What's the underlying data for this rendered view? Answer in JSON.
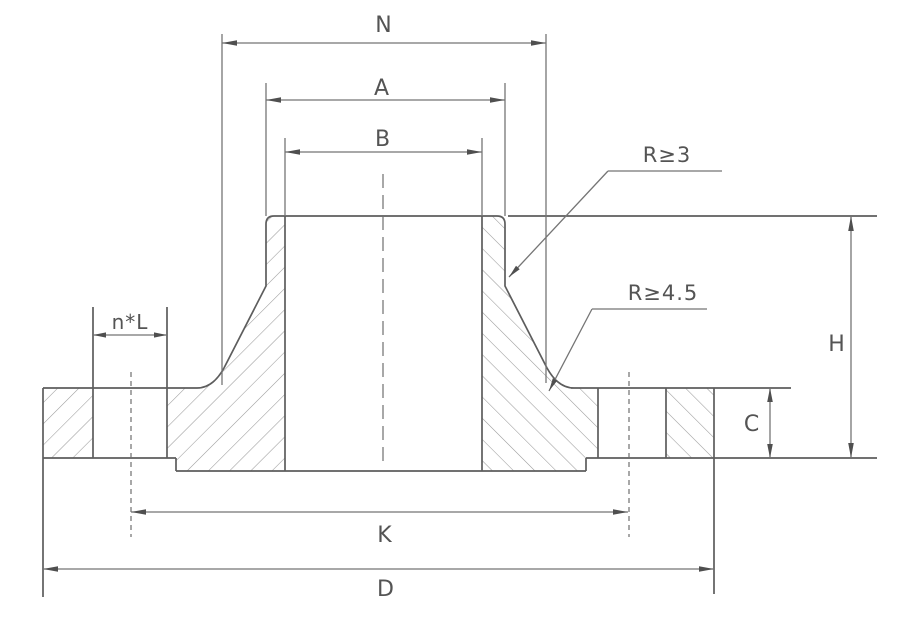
{
  "diagram": {
    "kind": "flange-cross-section-drawing",
    "labels": {
      "hub_base_diameter": "N",
      "weld_end_diameter": "A",
      "bore_diameter": "B",
      "bolt_holes": "n*L",
      "bolt_circle_diameter": "K",
      "flange_outside_diameter": "D",
      "overall_height": "H",
      "flange_thickness": "C",
      "weld_neck_radius": "R≥3",
      "hub_fillet_radius": "R≥4.5"
    },
    "colors": {
      "background": "#ffffff",
      "outline": "#5d5d5d",
      "dimension_line": "#757575",
      "hatch": "#9a9a9a",
      "text": "#545454"
    }
  }
}
